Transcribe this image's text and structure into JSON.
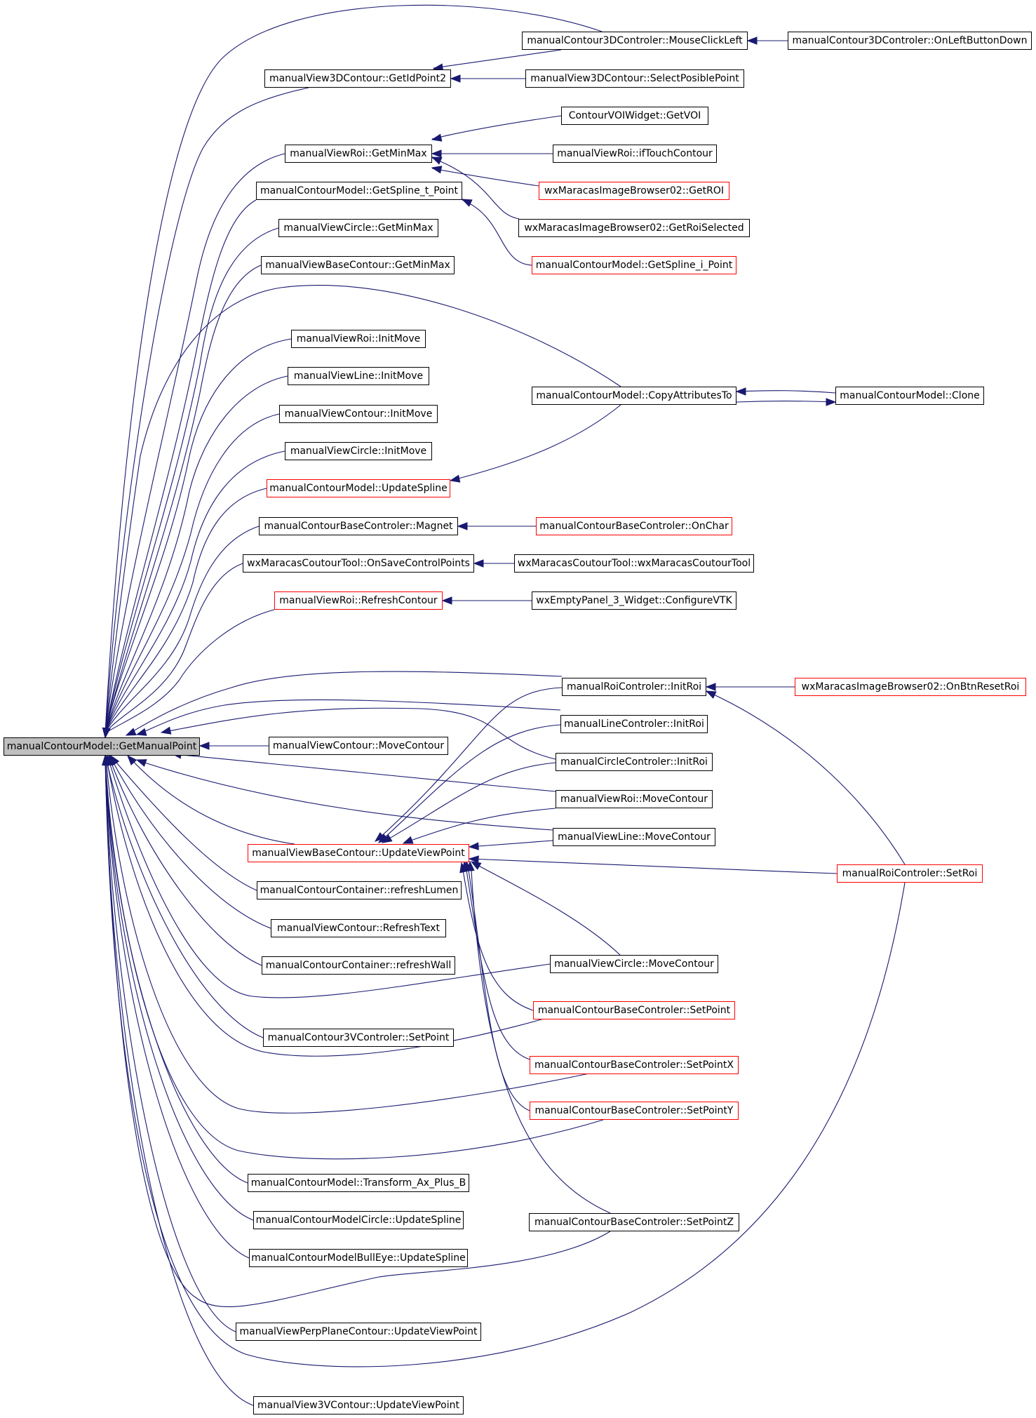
{
  "colors": {
    "edge": "#191970",
    "node_border": "#000000",
    "incomplete_border": "#ff0000",
    "root_fill": "#bfbfbf"
  },
  "nodes": [
    {
      "id": "root",
      "label": "manualContourModel::GetManualPoint",
      "style": "root"
    },
    {
      "id": "mc3d_mouse",
      "label": "manualContour3DControler::MouseClickLeft",
      "style": "normal"
    },
    {
      "id": "mc3d_onleft",
      "label": "manualContour3DControler::OnLeftButtonDown",
      "style": "normal"
    },
    {
      "id": "mv3d_getid",
      "label": "manualView3DContour::GetIdPoint2",
      "style": "normal"
    },
    {
      "id": "mv3d_select",
      "label": "manualView3DContour::SelectPosiblePoint",
      "style": "normal"
    },
    {
      "id": "voi_getvoi",
      "label": "ContourVOIWidget::GetVOI",
      "style": "normal"
    },
    {
      "id": "roi_getminmax",
      "label": "manualViewRoi::GetMinMax",
      "style": "normal"
    },
    {
      "id": "roi_iftouch",
      "label": "manualViewRoi::ifTouchContour",
      "style": "normal"
    },
    {
      "id": "wxm_getroi",
      "label": "wxMaracasImageBrowser02::GetROI",
      "style": "red"
    },
    {
      "id": "cm_spline_t",
      "label": "manualContourModel::GetSpline_t_Point",
      "style": "normal"
    },
    {
      "id": "wxm_getroisel",
      "label": "wxMaracasImageBrowser02::GetRoiSelected",
      "style": "normal"
    },
    {
      "id": "circ_getminmax",
      "label": "manualViewCircle::GetMinMax",
      "style": "normal"
    },
    {
      "id": "cm_spline_i",
      "label": "manualContourModel::GetSpline_i_Point",
      "style": "red"
    },
    {
      "id": "base_getminmax",
      "label": "manualViewBaseContour::GetMinMax",
      "style": "normal"
    },
    {
      "id": "roi_initmove",
      "label": "manualViewRoi::InitMove",
      "style": "normal"
    },
    {
      "id": "line_initmove",
      "label": "manualViewLine::InitMove",
      "style": "normal"
    },
    {
      "id": "cm_copyattr",
      "label": "manualContourModel::CopyAttributesTo",
      "style": "normal"
    },
    {
      "id": "cm_clone",
      "label": "manualContourModel::Clone",
      "style": "normal"
    },
    {
      "id": "cont_initmove",
      "label": "manualViewContour::InitMove",
      "style": "normal"
    },
    {
      "id": "circ_initmove",
      "label": "manualViewCircle::InitMove",
      "style": "normal"
    },
    {
      "id": "cm_updatespline",
      "label": "manualContourModel::UpdateSpline",
      "style": "red"
    },
    {
      "id": "cbc_magnet",
      "label": "manualContourBaseControler::Magnet",
      "style": "normal"
    },
    {
      "id": "cbc_onchar",
      "label": "manualContourBaseControler::OnChar",
      "style": "red"
    },
    {
      "id": "wxct_onsave",
      "label": "wxMaracasCoutourTool::OnSaveControlPoints",
      "style": "normal"
    },
    {
      "id": "wxct_ctor",
      "label": "wxMaracasCoutourTool::wxMaracasCoutourTool",
      "style": "normal"
    },
    {
      "id": "roi_refresh",
      "label": "manualViewRoi::RefreshContour",
      "style": "red"
    },
    {
      "id": "wxep_config",
      "label": "wxEmptyPanel_3_Widget::ConfigureVTK",
      "style": "normal"
    },
    {
      "id": "roic_initroi",
      "label": "manualRoiControler::InitRoi",
      "style": "normal"
    },
    {
      "id": "wxm_onbtnreset",
      "label": "wxMaracasImageBrowser02::OnBtnResetRoi",
      "style": "red"
    },
    {
      "id": "linec_initroi",
      "label": "manualLineControler::InitRoi",
      "style": "normal"
    },
    {
      "id": "cont_movecontour",
      "label": "manualViewContour::MoveContour",
      "style": "normal"
    },
    {
      "id": "circc_initroi",
      "label": "manualCircleControler::InitRoi",
      "style": "normal"
    },
    {
      "id": "roi_movecontour",
      "label": "manualViewRoi::MoveContour",
      "style": "normal"
    },
    {
      "id": "line_movecontour",
      "label": "manualViewLine::MoveContour",
      "style": "normal"
    },
    {
      "id": "base_updvp",
      "label": "manualViewBaseContour::UpdateViewPoint",
      "style": "red"
    },
    {
      "id": "roic_setroi",
      "label": "manualRoiControler::SetRoi",
      "style": "red"
    },
    {
      "id": "ccont_lumen",
      "label": "manualContourContainer::refreshLumen",
      "style": "normal"
    },
    {
      "id": "cont_refreshtext",
      "label": "manualViewContour::RefreshText",
      "style": "normal"
    },
    {
      "id": "ccont_wall",
      "label": "manualContourContainer::refreshWall",
      "style": "normal"
    },
    {
      "id": "circ_movecontour",
      "label": "manualViewCircle::MoveContour",
      "style": "normal"
    },
    {
      "id": "cbc_setpoint",
      "label": "manualContourBaseControler::SetPoint",
      "style": "red"
    },
    {
      "id": "c3v_setpoint",
      "label": "manualContour3VControler::SetPoint",
      "style": "normal"
    },
    {
      "id": "cbc_setpointx",
      "label": "manualContourBaseControler::SetPointX",
      "style": "red"
    },
    {
      "id": "cbc_setpointy",
      "label": "manualContourBaseControler::SetPointY",
      "style": "red"
    },
    {
      "id": "cm_transform",
      "label": "manualContourModel::Transform_Ax_Plus_B",
      "style": "normal"
    },
    {
      "id": "cmcirc_updspline",
      "label": "manualContourModelCircle::UpdateSpline",
      "style": "normal"
    },
    {
      "id": "cbc_setpointz",
      "label": "manualContourBaseControler::SetPointZ",
      "style": "normal"
    },
    {
      "id": "cmbull_updspline",
      "label": "manualContourModelBullEye::UpdateSpline",
      "style": "normal"
    },
    {
      "id": "perp_updvp",
      "label": "manualViewPerpPlaneContour::UpdateViewPoint",
      "style": "normal"
    },
    {
      "id": "v3v_updvp",
      "label": "manualView3VContour::UpdateViewPoint",
      "style": "normal"
    }
  ]
}
